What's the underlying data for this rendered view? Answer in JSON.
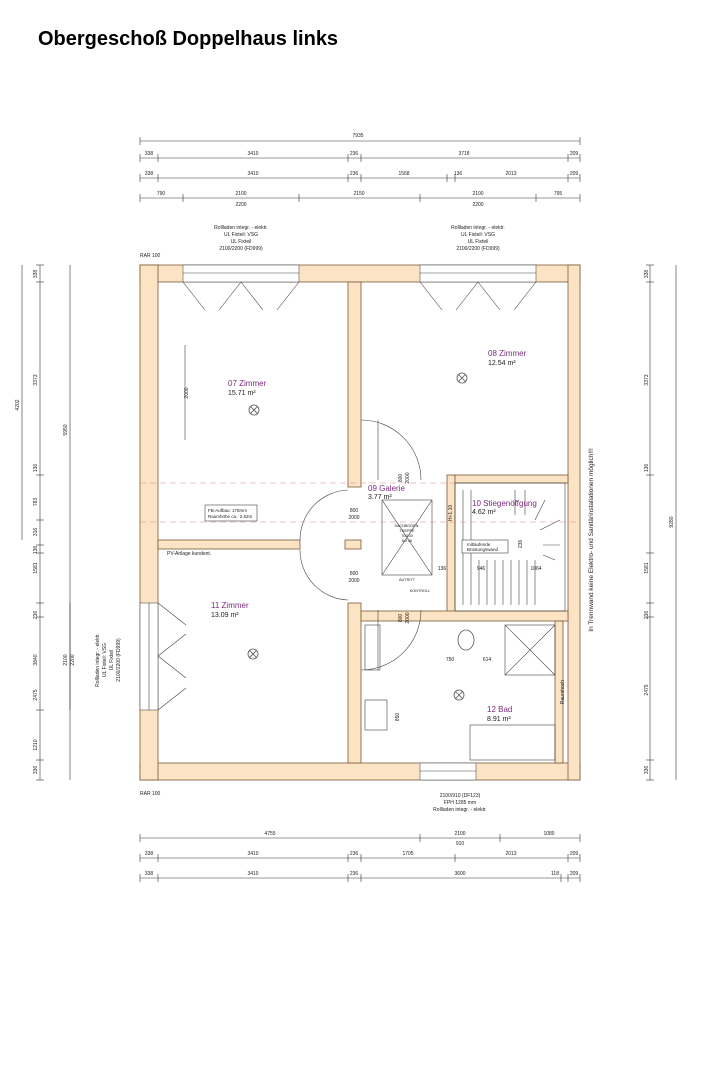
{
  "title": "Obergeschoß Doppelhaus links",
  "dims_top": {
    "overall": "7935",
    "row1": [
      "338",
      "3410",
      "236",
      "3718",
      "209"
    ],
    "row2": [
      "338",
      "3410",
      "236",
      "1568",
      "136",
      "2013",
      "209"
    ],
    "row3_top": [
      "790",
      "2100",
      "2150",
      "2100",
      "795"
    ],
    "row3_bottom": [
      "2200",
      "2200"
    ]
  },
  "dims_bottom": {
    "row1_top": [
      "4755",
      "2100",
      "1080"
    ],
    "row1_sub": "910",
    "row2": [
      "338",
      "3410",
      "236",
      "1705",
      "2013",
      "209"
    ],
    "row3": [
      "338",
      "3410",
      "236",
      "3600",
      "118",
      "209"
    ]
  },
  "dims_left": {
    "outer": "4202",
    "mid": "5950",
    "inner": [
      "338",
      "3373",
      "136",
      "783",
      "316",
      "136",
      "1581",
      "236",
      "3840",
      "2475",
      "1210",
      "336"
    ],
    "window": [
      "2100",
      "2200"
    ]
  },
  "dims_right": {
    "overall": "9280",
    "inner": [
      "338",
      "3373",
      "136",
      "1581",
      "236",
      "2475",
      "336"
    ]
  },
  "windows": {
    "top_left": [
      "Rollladen integr. - elektr.",
      "UL Fixteil: VSG",
      "UL Fixteil",
      "2100/2200 (FD999)"
    ],
    "top_right": [
      "Rollladen integr. - elektr.",
      "UL Fixteil: VSG",
      "UL Fixteil",
      "2100/2200 (FD999)"
    ],
    "left": [
      "Rollladen integr. - elektr.",
      "UL Fixteil: VSG",
      "UL Fixteil",
      "2100/2200 (FD999)"
    ],
    "bottom": [
      "2100/910 (DF123)",
      "FPH 1285 mm",
      "Rollladen integr. - elektr."
    ]
  },
  "rar_top": "RAR 100",
  "rar_bottom": "RAR 100",
  "rooms": [
    {
      "name": "07 Zimmer",
      "area": "15.71 m²"
    },
    {
      "name": "08 Zimmer",
      "area": "12.54 m²"
    },
    {
      "name": "09 Galerie",
      "area": "3.77 m²"
    },
    {
      "name": "10 Stiegenöffgung",
      "area": "4.62 m²"
    },
    {
      "name": "11 Zimmer",
      "area": "13.09 m²"
    },
    {
      "name": "12 Bad",
      "area": "8.91 m²"
    }
  ],
  "notes": {
    "fb_line1": "FB-Aufbau: 175mm",
    "fb_line2": "Raumhöhe ca.: 2.52m",
    "pv": "PV-Anlage kundent.",
    "brust1": "mitlaufende",
    "brust2": "Brüstungswand",
    "stair1": "SACHBODEN-",
    "stair2": "TREPPE",
    "stair3": "70/130",
    "stair4": "6/2 36",
    "auftritt": "AUTRITT",
    "kontroll": "KONTROLL",
    "trennwand": "In Trennwand keine Elektro- und Sanitärinstallationen möglich!!!",
    "raumhoch": "Raumhoch",
    "door_800": "800",
    "door_2000": "2000",
    "d_850": "850",
    "d_750": "750",
    "d_614": "614",
    "d_946": "946",
    "d_1064": "1064",
    "d_136": "136",
    "d_236": "236",
    "d_2000v": "2000",
    "h110": "H+1.10"
  }
}
